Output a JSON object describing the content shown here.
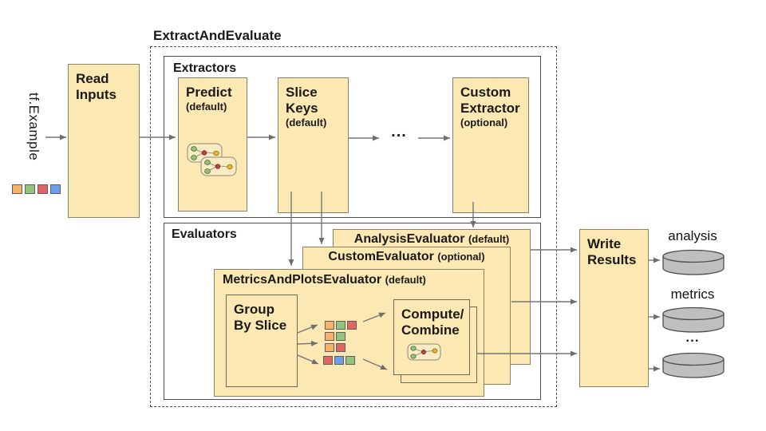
{
  "palette": {
    "orange": "#F6B26B",
    "green": "#93C47D",
    "red": "#E06666",
    "blue": "#6D9EEB"
  },
  "colors": {
    "box_fill": "#FCE8B2",
    "box_border": "#8a8263",
    "container_border": "#4d4d4d",
    "arrow": "#757575",
    "cylinder_fill": "#BFBFBF",
    "cylinder_stroke": "#4d4d4d"
  },
  "input": {
    "label": "tf.Example",
    "legend": [
      "orange",
      "green",
      "red",
      "blue"
    ]
  },
  "read_inputs": {
    "line1": "Read",
    "line2": "Inputs"
  },
  "pipeline_title": "ExtractAndEvaluate",
  "extractors": {
    "label": "Extractors",
    "predict": {
      "title": "Predict",
      "sub": "(default)"
    },
    "slice_keys": {
      "title": "Slice Keys",
      "sub": "(default)"
    },
    "ellipsis": "...",
    "custom": {
      "title": "Custom Extractor",
      "sub": "(optional)"
    }
  },
  "evaluators": {
    "label": "Evaluators",
    "analysis": {
      "name": "AnalysisEvaluator",
      "sub": "(default)"
    },
    "custom": {
      "name": "CustomEvaluator",
      "sub": "(optional)"
    },
    "metrics_plots": {
      "name": "MetricsAndPlotsEvaluator",
      "sub": "(default)"
    },
    "group_by_slice": {
      "line1": "Group",
      "line2": "By Slice"
    },
    "compute_combine": {
      "line1": "Compute/",
      "line2": "Combine"
    },
    "grid_rows": [
      [
        "orange",
        "green",
        "red"
      ],
      [
        "orange",
        "green"
      ],
      [
        "orange",
        "red"
      ],
      [
        "red",
        "blue",
        "green"
      ]
    ]
  },
  "write_results": {
    "line1": "Write",
    "line2": "Results"
  },
  "outputs": {
    "items": [
      {
        "label": "analysis"
      },
      {
        "label": "metrics"
      },
      {
        "label": "..."
      }
    ]
  }
}
